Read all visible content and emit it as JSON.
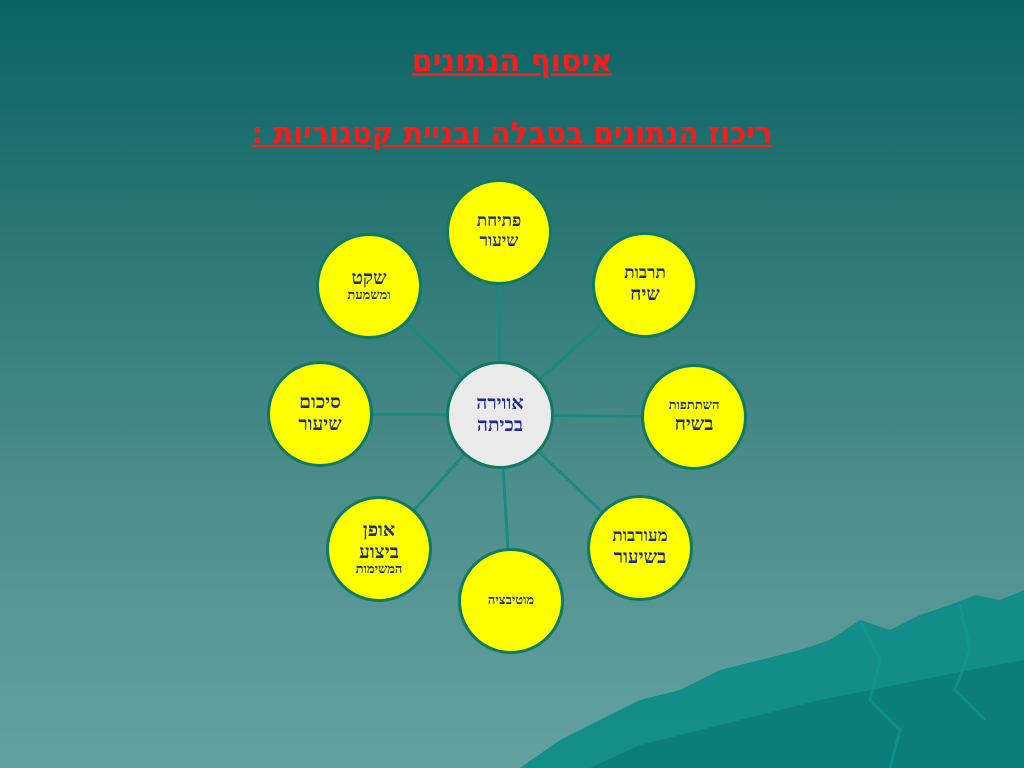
{
  "title": "איסוף הנתונים",
  "subtitle": "ריכוז הנתונים בטבלה ובניית קטגוריות :",
  "colors": {
    "accent": "#ff1a1a",
    "node_fill": "#ffff00",
    "center_fill": "#eaeaea",
    "node_border": "#0e7a62",
    "text": "#1d2b8a",
    "connector": "#1a8a80"
  },
  "diagram": {
    "center": {
      "line1": "אווירה",
      "line2": "בכיתה"
    },
    "nodes": [
      {
        "id": "lesson-opening",
        "line1": "פתיחת",
        "line2": "שיעור"
      },
      {
        "id": "discourse-culture",
        "line1": "תרבות",
        "line2": "שיח"
      },
      {
        "id": "discourse-participation",
        "line1": "השתתפות",
        "line2": "בשיח"
      },
      {
        "id": "lesson-engagement",
        "line1": "מעורבות",
        "line2": "בשיעור"
      },
      {
        "id": "motivation",
        "line1": "מוטיבציה"
      },
      {
        "id": "task-execution",
        "line1": "אופן",
        "line2": "ביצוע",
        "line3": "המשימות"
      },
      {
        "id": "lesson-summary",
        "line1": "סיכום",
        "line2": "שיעור"
      },
      {
        "id": "quiet-discipline",
        "line1": "שקט",
        "line2": "ומשמעת"
      }
    ]
  }
}
